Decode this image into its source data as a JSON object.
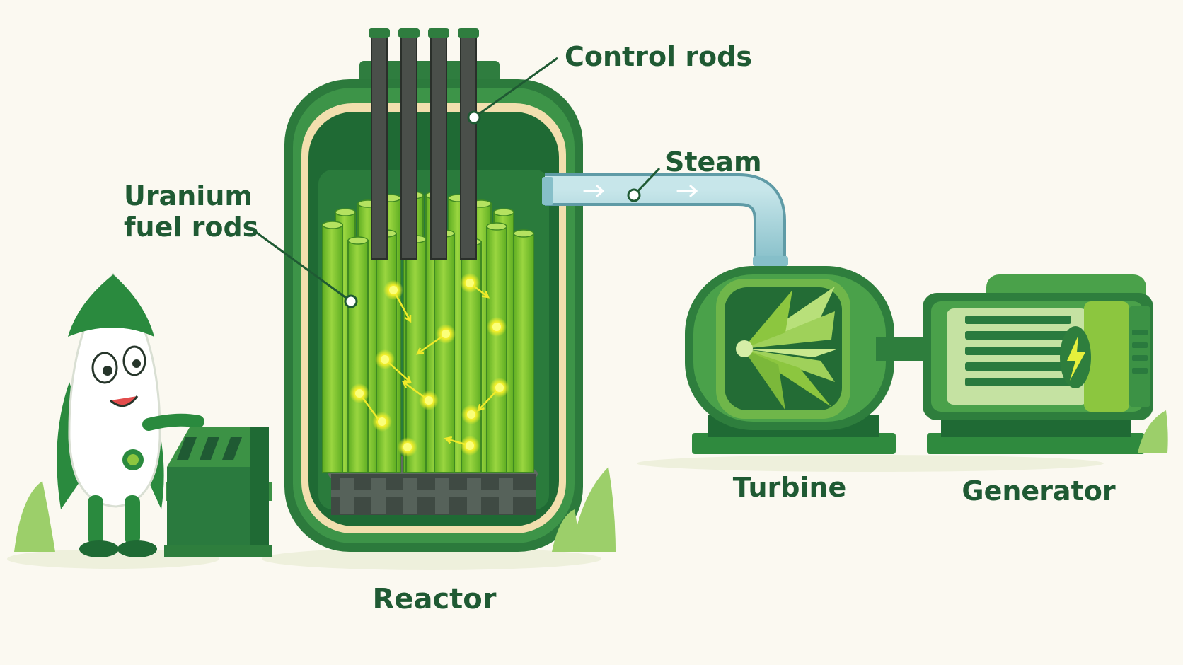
{
  "labels": {
    "control_rods": "Control rods",
    "steam": "Steam",
    "uranium_line1": "Uranium",
    "uranium_line2": "fuel rods",
    "turbine": "Turbine",
    "generator": "Generator",
    "reactor": "Reactor"
  },
  "colors": {
    "background": "#fbf9f1",
    "dark_green": "#2a7a3e",
    "mid_green": "#3f9a45",
    "light_green": "#8cc63f",
    "rod_green": "#7bc62d",
    "control_rod": "#4a4f4a",
    "pipe": "#9fcfd6",
    "neutron": "#f4f23a",
    "label": "#1f5a33"
  },
  "icons": [
    "lightning-bolt-icon",
    "mascot-character",
    "control-panel"
  ]
}
